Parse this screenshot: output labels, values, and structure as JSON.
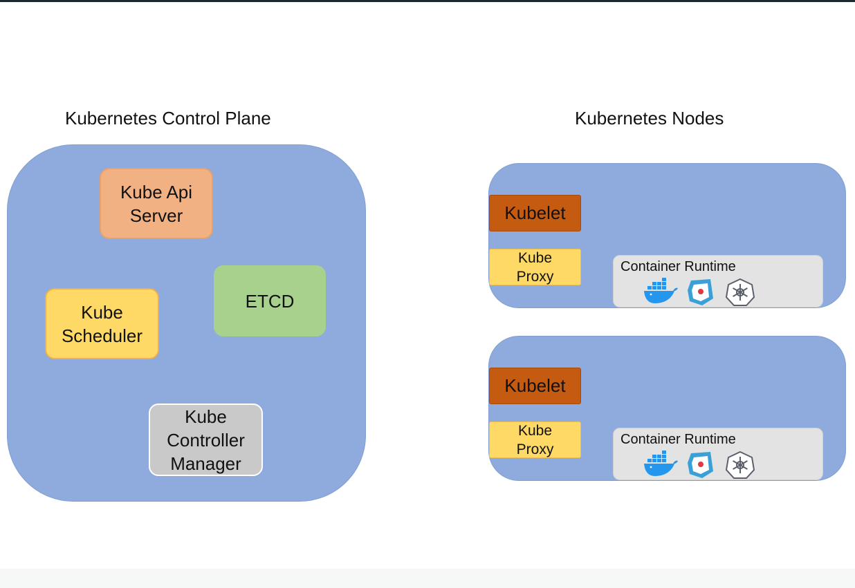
{
  "control_plane": {
    "title": "Kubernetes Control Plane",
    "components": {
      "api_server": [
        "Kube Api",
        "Server"
      ],
      "scheduler": [
        "Kube",
        "Scheduler"
      ],
      "etcd": "ETCD",
      "controller_manager": [
        "Kube",
        "Controller",
        "Manager"
      ]
    }
  },
  "nodes": {
    "title": "Kubernetes Nodes",
    "items": [
      {
        "kubelet": "Kubelet",
        "kube_proxy": [
          "Kube",
          "Proxy"
        ],
        "container_runtime": "Container Runtime",
        "runtime_icons": [
          "docker-icon",
          "rkt-icon",
          "cri-o-icon"
        ]
      },
      {
        "kubelet": "Kubelet",
        "kube_proxy": [
          "Kube",
          "Proxy"
        ],
        "container_runtime": "Container Runtime",
        "runtime_icons": [
          "docker-icon",
          "rkt-icon",
          "cri-o-icon"
        ]
      }
    ]
  },
  "colors": {
    "panel_blue": "#8faadc",
    "api_server": "#f1b183",
    "scheduler": "#ffd966",
    "etcd": "#a9d18e",
    "controller_manager": "#c9c9c9",
    "kubelet": "#c55a11",
    "kube_proxy": "#ffd966",
    "runtime_box": "#e3e3e3",
    "docker_blue": "#2496ed"
  }
}
